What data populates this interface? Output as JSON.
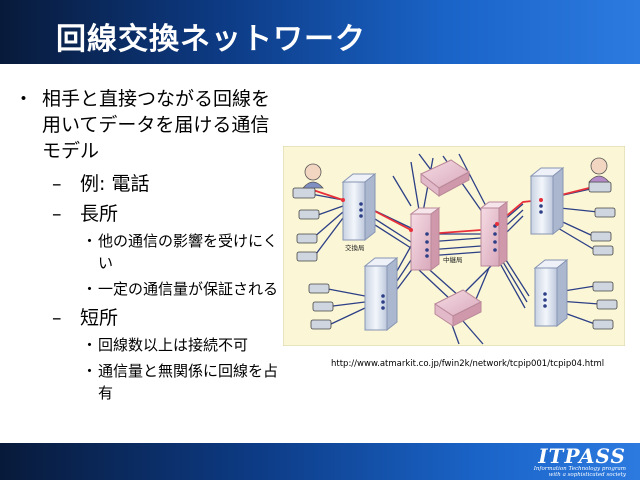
{
  "title": "回線交換ネットワーク",
  "bullets": {
    "b1": "相手と直接つながる回線を用いてデータを届ける通信モデル",
    "example": "例: 電話",
    "merit_heading": "長所",
    "merit_1": "他の通信の影響を受けにくい",
    "merit_2": "一定の通信量が保証される",
    "demerit_heading": "短所",
    "demerit_1": "回線数以上は接続不可",
    "demerit_2": "通信量と無関係に回線を占有"
  },
  "markers": {
    "l1": "・",
    "l2": "–",
    "l3": "・"
  },
  "figure": {
    "label_exchange": "交換局",
    "label_relay": "中継局"
  },
  "caption": "http://www.atmarkit.co.jp/fwin2k/network/tcpip001/tcpip04.html",
  "logo": {
    "main": "ITPASS",
    "sub1": "Information Technology program",
    "sub2": "with a sophisticated society"
  }
}
